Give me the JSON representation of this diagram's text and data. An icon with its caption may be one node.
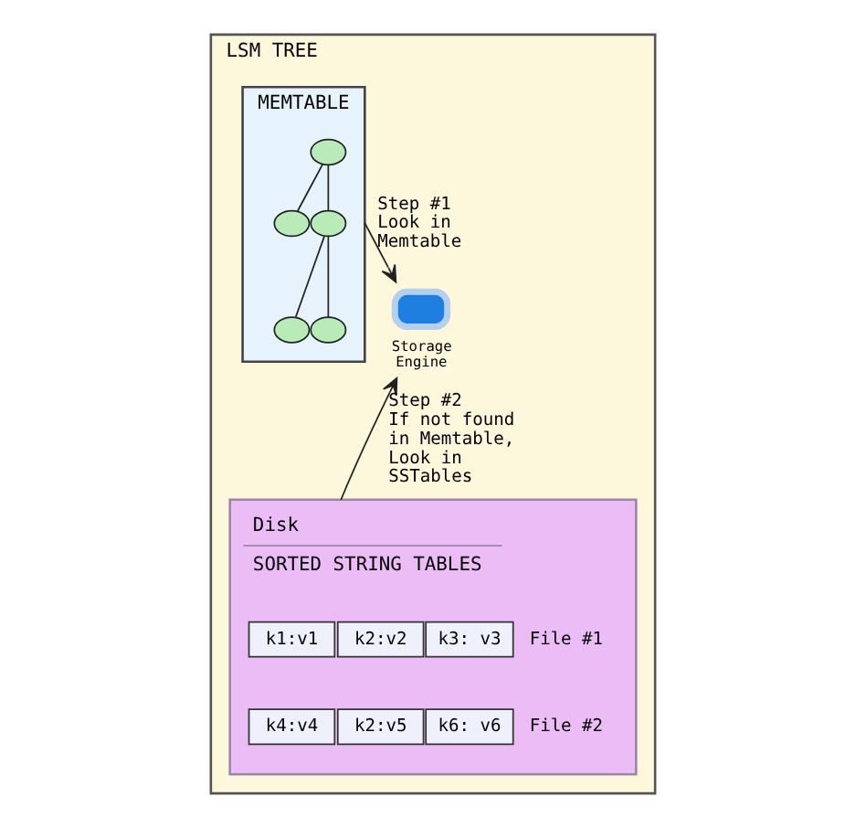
{
  "diagram": {
    "nodes": [
      {
        "text": [
          "LSM TREE"
        ]
      },
      {
        "text": [
          "MEMTABLE"
        ],
        "in": 0
      },
      {
        "text": [],
        "shape": "circle",
        "in": 1
      },
      {
        "text": [],
        "shape": "circle",
        "in": 1
      },
      {
        "text": [],
        "shape": "circle",
        "in": 1
      },
      {
        "text": [],
        "shape": "circle",
        "in": 1
      },
      {
        "text": [],
        "shape": "circle",
        "in": 1
      },
      {
        "text": [
          "Storage Engine"
        ],
        "in": 0
      },
      {
        "text": [
          "Disk",
          "SORTED STRING TABLES"
        ],
        "in": 0
      },
      {
        "text": [
          "k1:v1"
        ],
        "in": 8
      },
      {
        "text": [
          "k2:v2"
        ],
        "in": 8
      },
      {
        "text": [
          "k3: v3"
        ],
        "in": 8
      },
      {
        "text": [
          "k4:v4"
        ],
        "in": 8
      },
      {
        "text": [
          "k2:v5"
        ],
        "in": 8
      },
      {
        "text": [
          "k6: v6"
        ],
        "in": 8
      }
    ],
    "edges": [
      {
        "from": 2,
        "to": 3,
        "arrow": "none"
      },
      {
        "from": 2,
        "to": 4,
        "arrow": "none"
      },
      {
        "from": 4,
        "to": 5,
        "arrow": "none"
      },
      {
        "from": 4,
        "to": 6,
        "arrow": "none"
      },
      {
        "from": 1,
        "to": 7,
        "arrow": "to",
        "label": "Step #1 Look in Memtable"
      },
      {
        "from": 8,
        "to": 7,
        "arrow": "to",
        "label": "Step #2 If not found in Memtable, Look in SSTables"
      }
    ],
    "labels": [
      "File #1",
      "File #2"
    ]
  }
}
